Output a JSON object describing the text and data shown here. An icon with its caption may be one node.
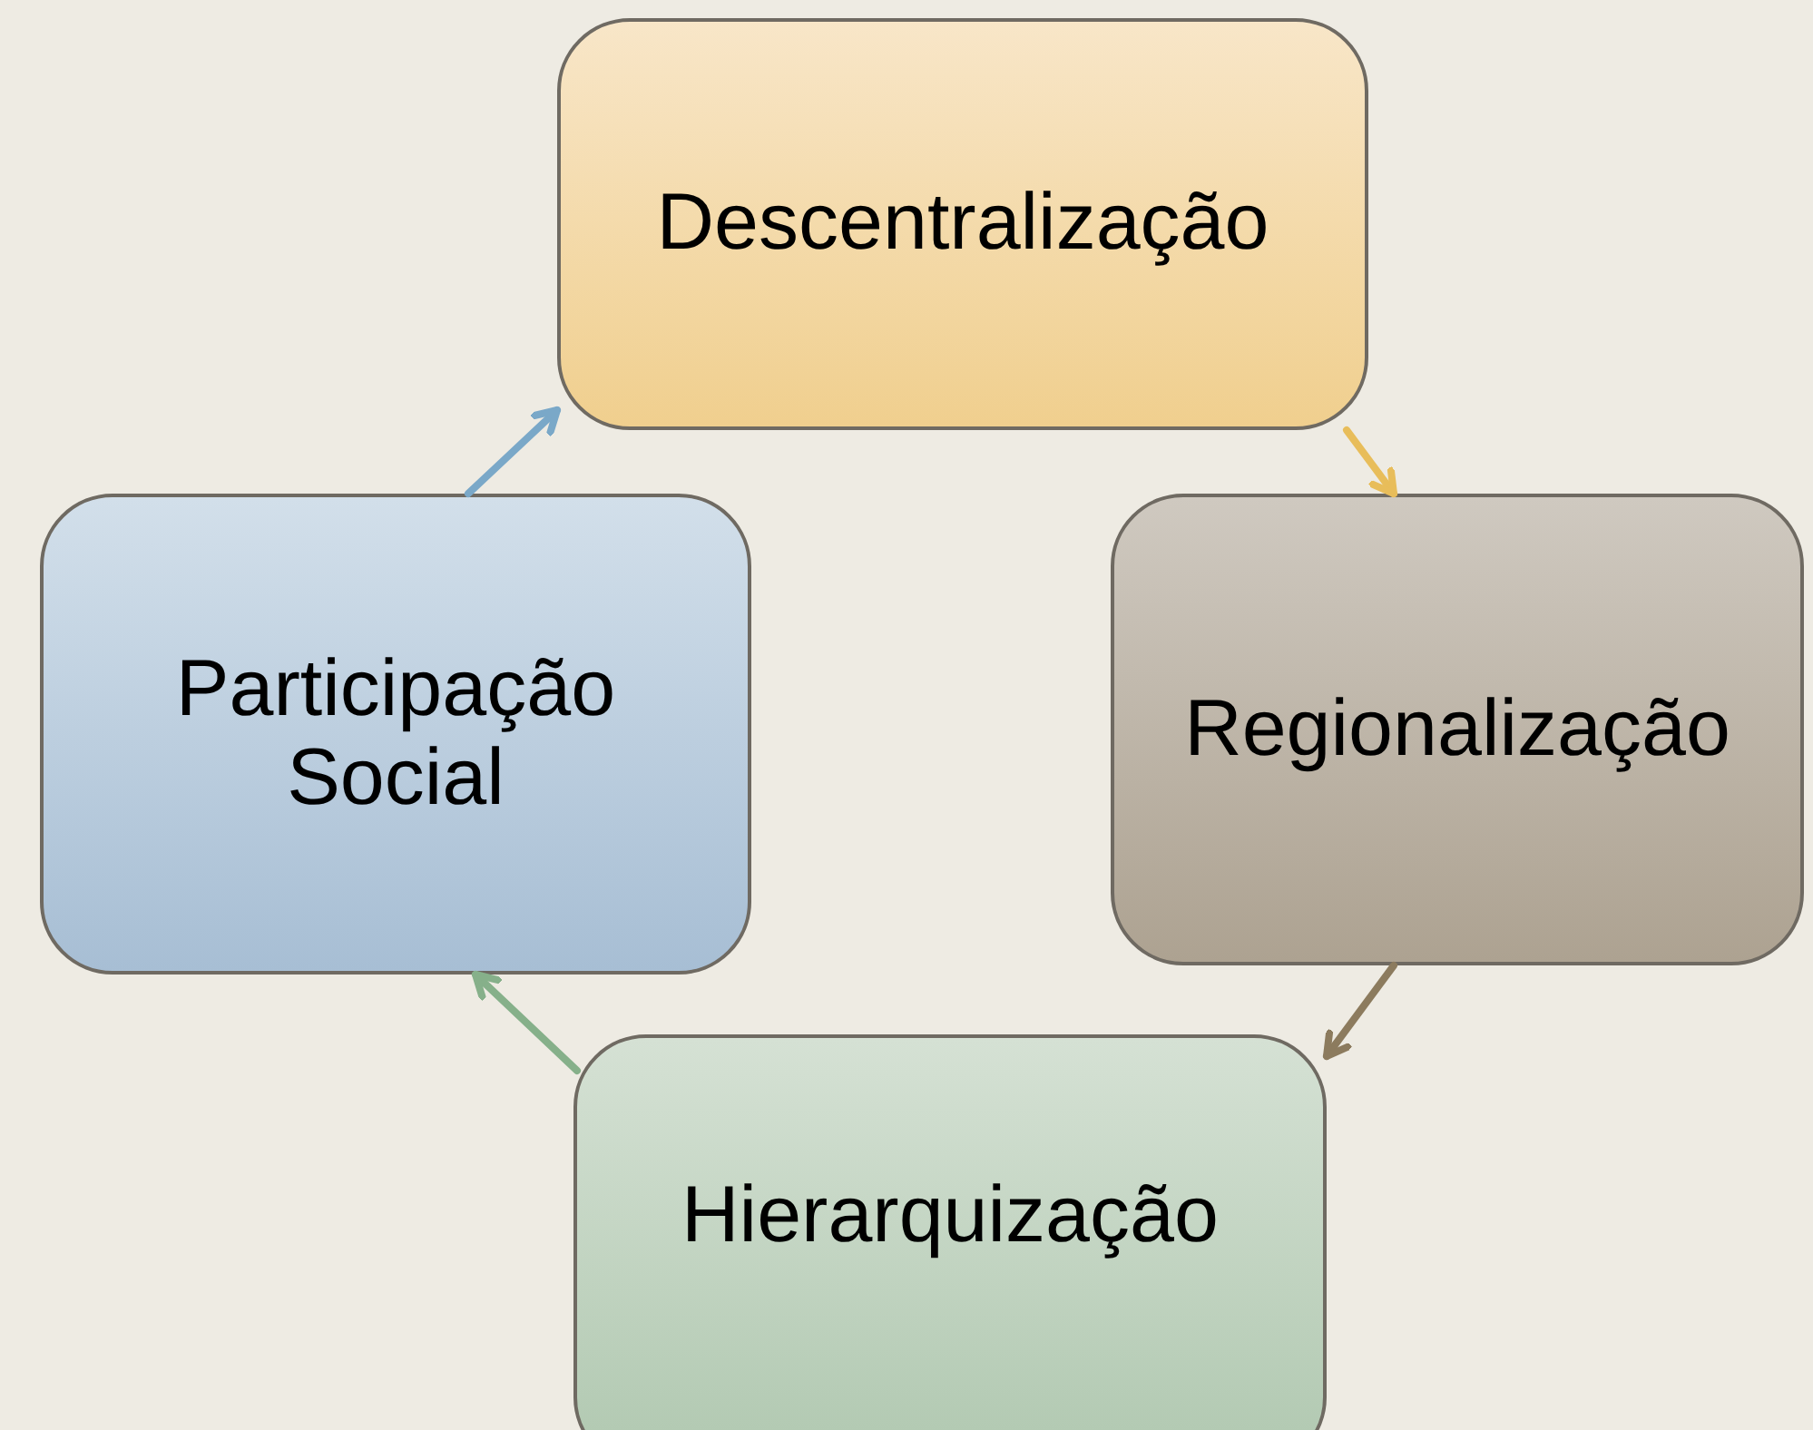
{
  "diagram": {
    "nodes": [
      {
        "text": [
          "Descentralização"
        ]
      },
      {
        "text": [
          "Regionalização"
        ]
      },
      {
        "text": [
          "Hierarquização"
        ]
      },
      {
        "text": [
          "Participação Social"
        ]
      }
    ],
    "edges": [
      {
        "from": 0,
        "to": 1,
        "arrow": "to",
        "color": "#e8bd5a"
      },
      {
        "from": 1,
        "to": 2,
        "arrow": "to",
        "color": "#8c7b5e"
      },
      {
        "from": 2,
        "to": 3,
        "arrow": "to",
        "color": "#86b08a"
      },
      {
        "from": 3,
        "to": 0,
        "arrow": "to",
        "color": "#7aa8c8"
      }
    ]
  }
}
